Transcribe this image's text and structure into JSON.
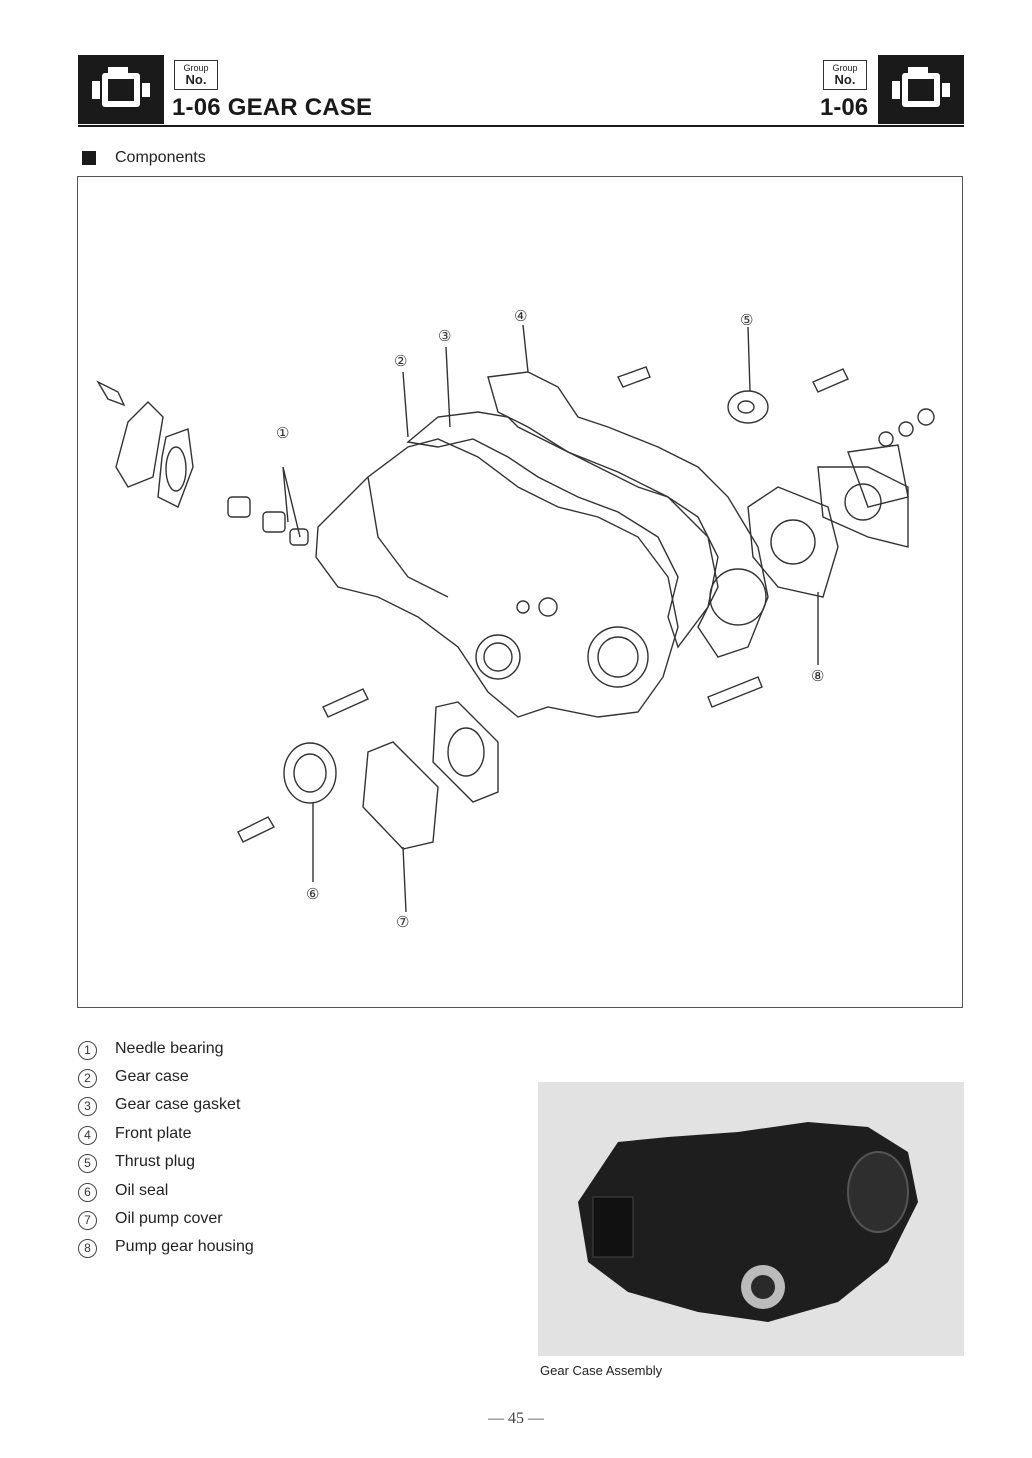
{
  "header": {
    "group_label": "Group",
    "no_label": "No.",
    "title": "1-06 GEAR CASE",
    "right_number": "1-06"
  },
  "section": {
    "title": "Components"
  },
  "diagram": {
    "callouts": [
      "①",
      "②",
      "③",
      "④",
      "⑤",
      "⑥",
      "⑦",
      "⑧"
    ]
  },
  "legend": [
    {
      "num": "1",
      "label": "Needle bearing"
    },
    {
      "num": "2",
      "label": "Gear case"
    },
    {
      "num": "3",
      "label": "Gear case gasket"
    },
    {
      "num": "4",
      "label": "Front plate"
    },
    {
      "num": "5",
      "label": "Thrust plug"
    },
    {
      "num": "6",
      "label": "Oil seal"
    },
    {
      "num": "7",
      "label": "Oil pump cover"
    },
    {
      "num": "8",
      "label": "Pump gear housing"
    }
  ],
  "photo": {
    "caption": "Gear Case Assembly"
  },
  "page_number": "— 45 —"
}
